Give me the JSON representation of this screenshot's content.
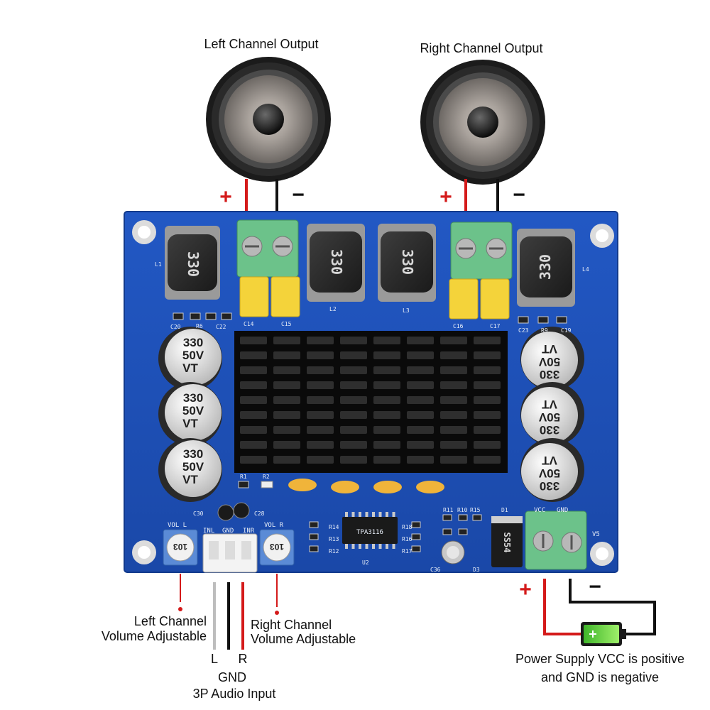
{
  "labels": {
    "left_output": "Left Channel Output",
    "right_output": "Right Channel Output",
    "left_volume_line1": "Left Channel",
    "left_volume_line2": "Volume Adjustable",
    "right_volume_line1": "Right Channel",
    "right_volume_line2": "Volume Adjustable",
    "audio_l": "L",
    "audio_r": "R",
    "audio_gnd": "GND",
    "audio_input": "3P Audio Input",
    "power_line1": "Power Supply VCC is positive",
    "power_line2": "and GND is negative"
  },
  "polarity": {
    "plus": "+",
    "minus": "−"
  },
  "board": {
    "inductor_marking": "330",
    "cap_line1": "330",
    "cap_line2": "50V",
    "cap_line3": "VT",
    "pot_marking": "103",
    "diode_marking": "SS54",
    "chip_marking": "TPA3116",
    "silkscreen": {
      "l1": "L1",
      "l2": "L2",
      "l3": "L3",
      "l4": "L4",
      "c14": "C14",
      "c15": "C15",
      "c16": "C16",
      "c17": "C17",
      "c20": "C20",
      "r6": "R6",
      "c22": "C22",
      "c23": "C23",
      "r9": "R9",
      "c19": "C19",
      "r1": "R1",
      "r2": "R2",
      "c30": "C30",
      "c28": "C28",
      "vol_l": "VOL L",
      "vol_r": "VOL R",
      "inl": "INL",
      "gnd": "GND",
      "inr": "INR",
      "u2": "U2",
      "r11": "R11",
      "r10": "R10",
      "r15": "R15",
      "d1": "D1",
      "d3": "D3",
      "c36": "C36",
      "vcc": "VCC",
      "gnd2": "GND",
      "v5": "V5",
      "r13": "R13",
      "r14": "R14",
      "r12": "R12",
      "r16": "R16",
      "r17": "R17",
      "r18": "R18"
    }
  },
  "colors": {
    "board_blue": "#1d4fb5",
    "wire_red": "#d41a1a",
    "wire_black": "#111111",
    "terminal_green": "#6cc28a",
    "cap_yellow": "#f4d33a",
    "battery_green": "#5fd13a"
  }
}
